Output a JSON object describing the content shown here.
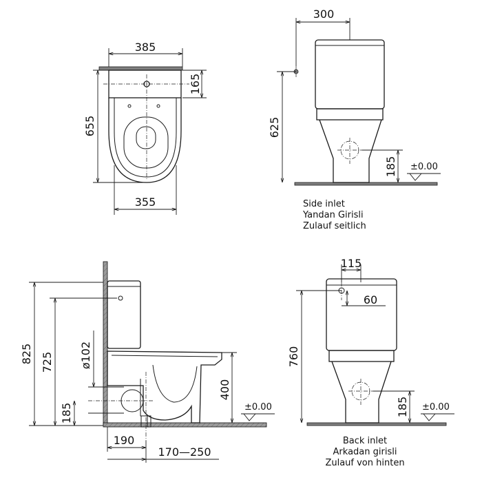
{
  "top_view": {
    "width_top": "385",
    "depth_tank": "165",
    "length": "655",
    "width_bowl": "355"
  },
  "side_view_top": {
    "tank_depth": "300",
    "height": "625",
    "inlet_height": "185",
    "floor_level": "±0.00",
    "caption": [
      "Side inlet",
      "Yandan Girisli",
      "Zulauf seitlich"
    ]
  },
  "side_section": {
    "overall_height": "825",
    "tank_height": "725",
    "pipe_diameter": "ø102",
    "outlet_height": "185",
    "rim_height": "400",
    "floor_level": "±0.00",
    "wall_offset": "190",
    "outlet_range": "170—250"
  },
  "back_view": {
    "inlet_offset": "115",
    "inlet_depth": "60",
    "height": "760",
    "outlet_height": "185",
    "floor_level": "±0.00",
    "caption": [
      "Back inlet",
      "Arkadan girisli",
      "Zulauf von hinten"
    ]
  }
}
